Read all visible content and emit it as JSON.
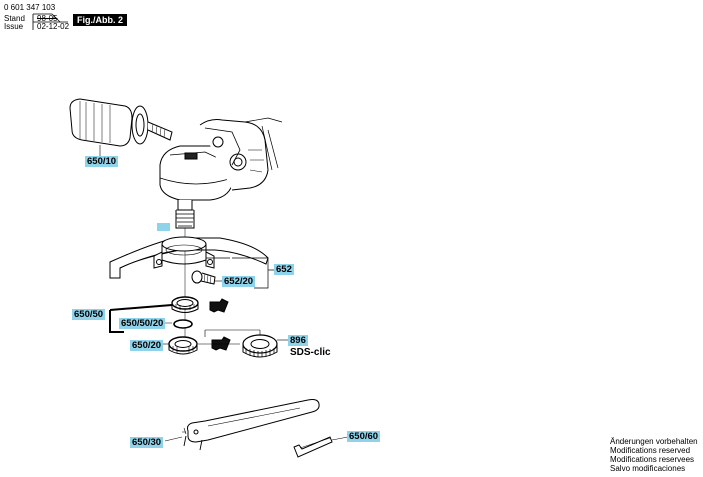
{
  "header": {
    "doc_number": "0 601 347 103",
    "stand_label": "Stand",
    "issue_label": "Issue",
    "old_date": "98-05",
    "issue_date": "02-12-02",
    "figure_label": "Fig./Abb. 2"
  },
  "parts": {
    "handle": "650/10",
    "guard": "652",
    "guard_screw": "652/20",
    "flange_group": "650/50",
    "flange_ring": "650/50/20",
    "nut": "650/20",
    "quick_nut": "896",
    "quick_nut_name": "SDS-clic",
    "spanner": "650/30",
    "hex_key": "650/60"
  },
  "footer_notes": [
    "Änderungen vorbehalten",
    "Modifications reserved",
    "Modifications reservees",
    "Salvo modificaciones"
  ],
  "colors": {
    "highlight": "#8fd3ea",
    "line": "#000000"
  }
}
